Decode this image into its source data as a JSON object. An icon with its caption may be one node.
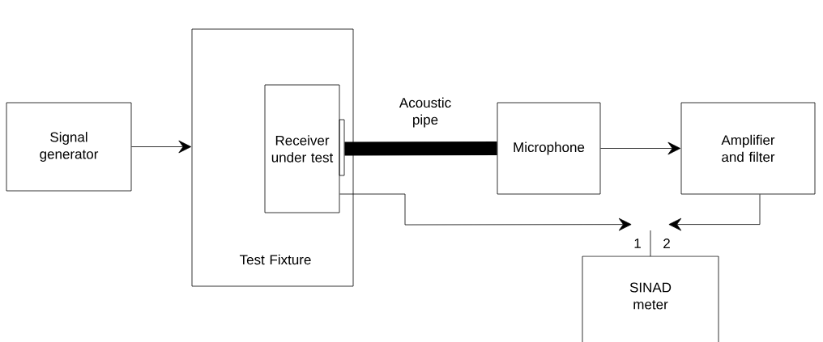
{
  "diagram": {
    "nodes": [
      {
        "text": [
          "Signal generator"
        ]
      },
      {
        "text": [
          "Test Fixture"
        ]
      },
      {
        "text": [
          "Receiver under test"
        ],
        "in": 1
      },
      {
        "text": [
          "Microphone"
        ]
      },
      {
        "text": [
          "Amplifier and filter"
        ]
      },
      {
        "text": [
          "SINAD meter"
        ],
        "beside": [
          "1",
          "2"
        ]
      }
    ],
    "edges": [
      {
        "from": 0,
        "to": 1,
        "arrow": "to"
      },
      {
        "from": 2,
        "to": 3,
        "arrow": "none",
        "style": "thick",
        "label": "Acoustic pipe"
      },
      {
        "from": 3,
        "to": 4,
        "arrow": "to"
      },
      {
        "from": 2,
        "to": 5,
        "arrow": "to"
      },
      {
        "from": 4,
        "to": 5,
        "arrow": "to"
      }
    ]
  }
}
